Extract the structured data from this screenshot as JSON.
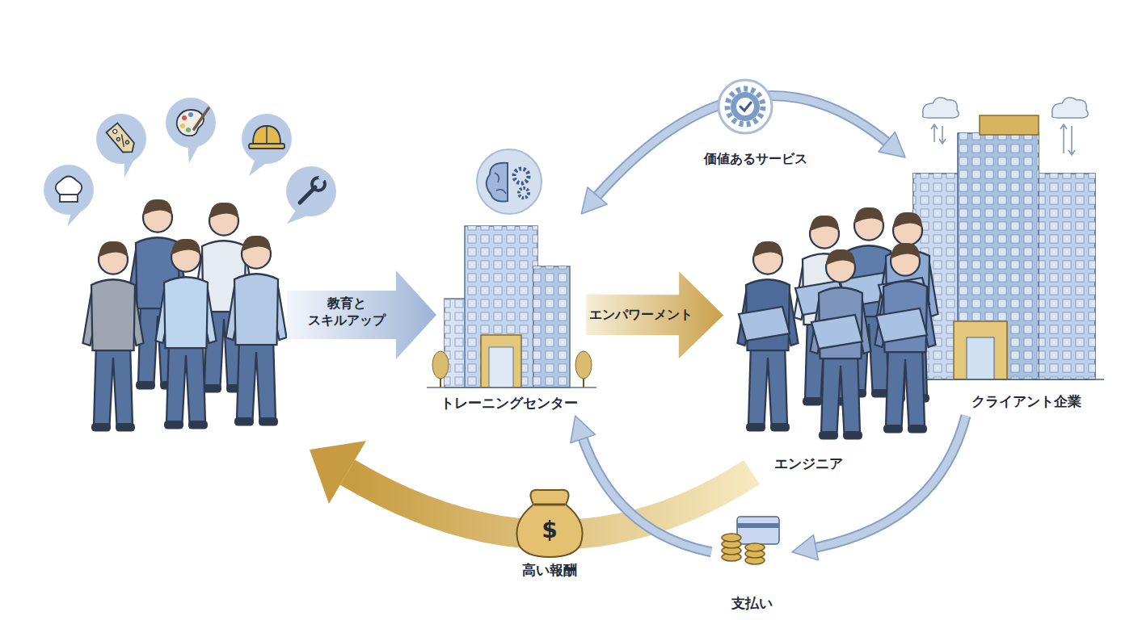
{
  "diagram": {
    "nodes": [
      {
        "text": [
          "トレーニングセンター"
        ]
      },
      {
        "text": [
          "エンジニア"
        ]
      },
      {
        "text": [
          "クライアント企業"
        ]
      },
      {
        "text": [
          "支払い"
        ]
      }
    ],
    "edges": [
      {
        "from": 0,
        "to": 1,
        "label": "エンパワーメント",
        "arrow": "to"
      },
      {
        "from": 0,
        "to": 2,
        "label": "価値あるサービス",
        "arrow": "both"
      },
      {
        "from": 2,
        "to": 3,
        "arrow": "to"
      },
      {
        "from": 3,
        "to": 0,
        "arrow": "to"
      }
    ],
    "labels": [
      "教育と スキルアップ",
      "高い報酬",
      "$"
    ]
  }
}
